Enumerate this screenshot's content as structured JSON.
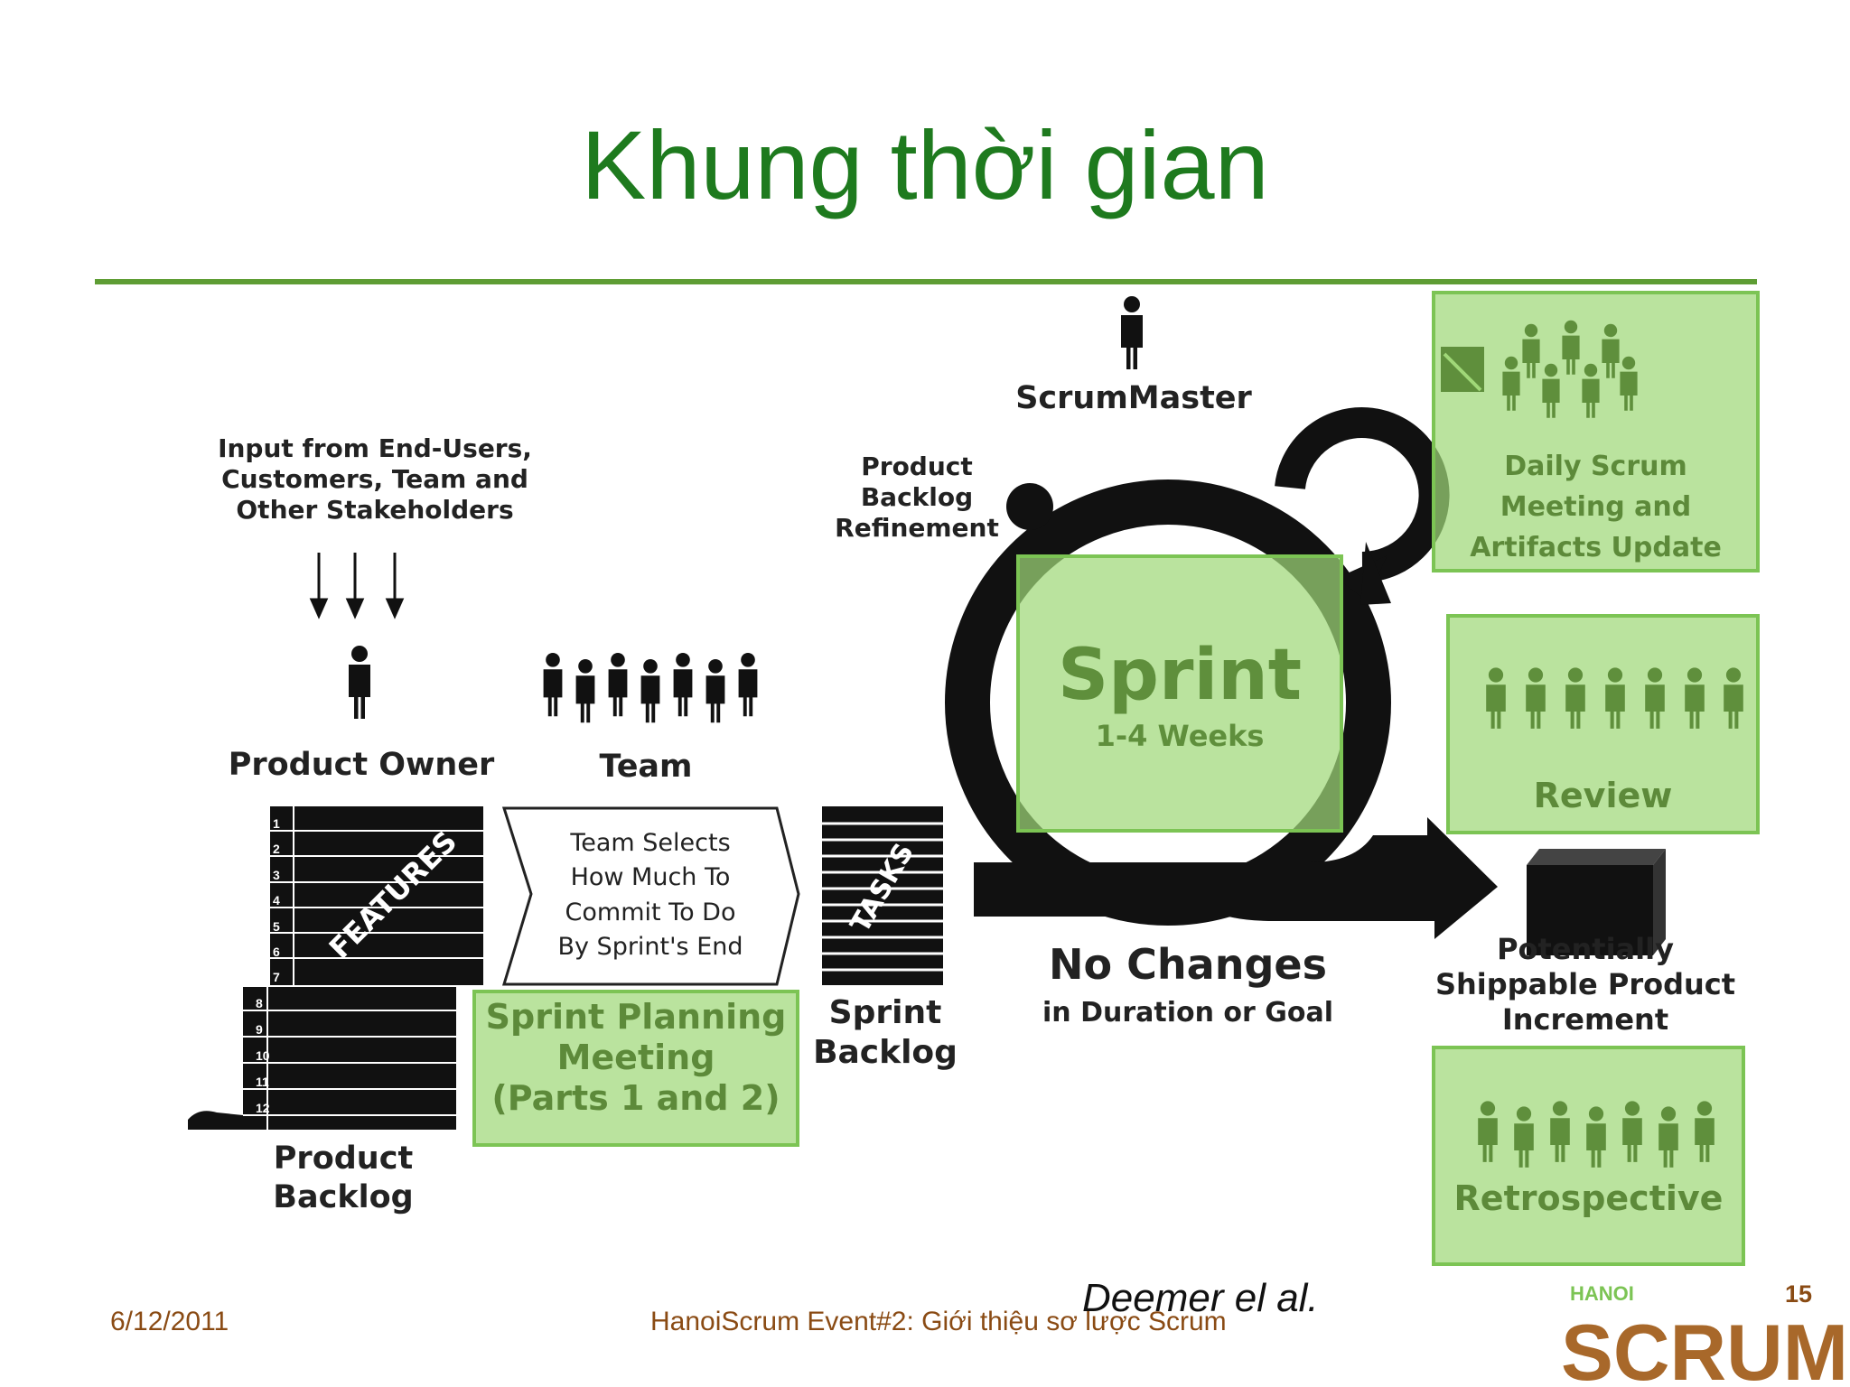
{
  "slide": {
    "title": "Khung thời gian",
    "footer_date": "6/12/2011",
    "footer_event": "HanoiScrum Event#2: Giới thiệu  sơ lược Scrum",
    "citation": "Deemer el al.",
    "page_number": "15"
  },
  "diagram": {
    "input_label": [
      "Input from End-Users,",
      "Customers, Team and",
      "Other Stakeholders"
    ],
    "product_owner": "Product Owner",
    "team": "Team",
    "scrum_master": "ScrumMaster",
    "features_label": "FEATURES",
    "feature_numbers": [
      "1",
      "2",
      "3",
      "4",
      "5",
      "6",
      "7",
      "8",
      "9",
      "10",
      "11",
      "12"
    ],
    "product_backlog": [
      "Product",
      "Backlog"
    ],
    "team_selects": [
      "Team Selects",
      "How Much To",
      "Commit To Do",
      "By Sprint's End"
    ],
    "sprint_planning": [
      "Sprint Planning",
      "Meeting",
      "(Parts 1 and 2)"
    ],
    "tasks_label": "TASKS",
    "sprint_backlog": [
      "Sprint",
      "Backlog"
    ],
    "backlog_refinement": [
      "Product",
      "Backlog",
      "Refinement"
    ],
    "sprint_title": "Sprint",
    "sprint_duration": "1-4 Weeks",
    "no_changes": "No Changes",
    "no_changes_sub": "in Duration or Goal",
    "daily_scrum": [
      "Daily Scrum",
      "Meeting and",
      "Artifacts Update"
    ],
    "review": "Review",
    "increment": [
      "Potentially",
      "Shippable Product",
      "Increment"
    ],
    "retrospective": "Retrospective",
    "logo_text": {
      "top": "HANOI",
      "main": "SCRUM"
    }
  },
  "colors": {
    "title": "#1e7a1e",
    "rule": "#5e9d34",
    "highlight_fill": "#a0d878",
    "highlight_border": "#7cc454",
    "footer": "#8a4b14"
  }
}
